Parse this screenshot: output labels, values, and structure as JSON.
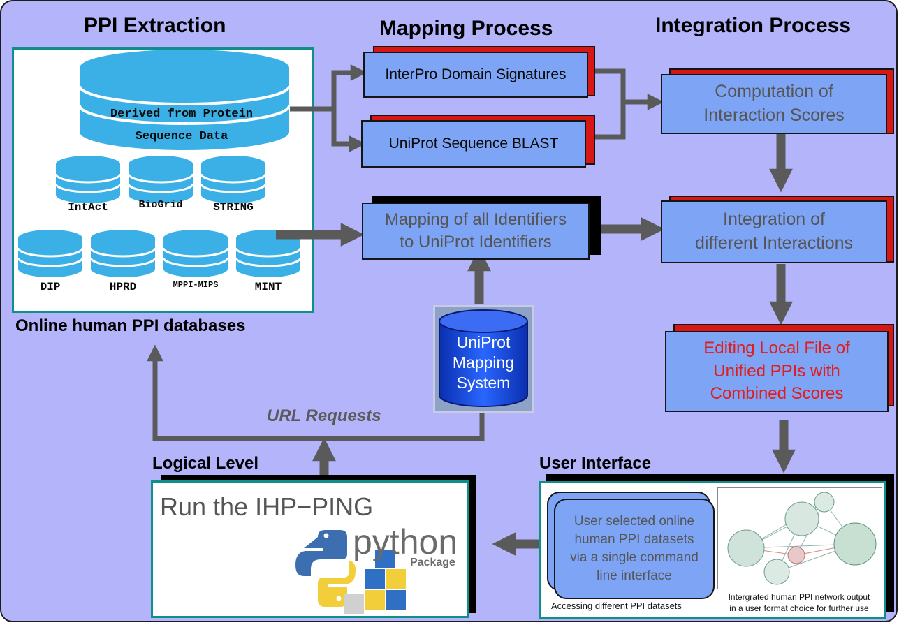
{
  "sections": {
    "ppi_extraction": "PPI Extraction",
    "mapping_process": "Mapping Process",
    "integration_process": "Integration Process",
    "online_databases": "Online human PPI databases",
    "logical_level": "Logical Level",
    "user_interface": "User Interface"
  },
  "databases": {
    "derived_line1": "Derived from Protein",
    "derived_line2": "Sequence Data",
    "intact": "IntAct",
    "biogrid": "BioGrid",
    "string": "STRING",
    "dip": "DIP",
    "hprd": "HPRD",
    "mppi": "MPPI-MIPS",
    "mint": "MINT"
  },
  "mapping": {
    "interpro": "InterPro Domain Signatures",
    "uniprot_blast": "UniProt Sequence BLAST",
    "mapping_line1": "Mapping of all Identifiers",
    "mapping_line2": "to UniProt Identifiers",
    "ums_line1": "UniProt",
    "ums_line2": "Mapping",
    "ums_line3": "System"
  },
  "integration": {
    "scores_line1": "Computation of",
    "scores_line2": "Interaction Scores",
    "integ_line1": "Integration of",
    "integ_line2": "different Interactions",
    "edit_line1": "Editing Local File of",
    "edit_line2": "Unified PPIs with",
    "edit_line3": "Combined Scores"
  },
  "arrows": {
    "url_requests": "URL Requests"
  },
  "logical": {
    "run": "Run the IHP−PING",
    "python": "python",
    "package": "Package"
  },
  "ui": {
    "bubble_line1": "User selected online",
    "bubble_line2": "human PPI datasets",
    "bubble_line3": "via a single command",
    "bubble_line4": "line interface",
    "accessing": "Accessing different PPI datasets",
    "network_line1": "Intergrated human PPI network output",
    "network_line2": "in a user format choice for further use"
  },
  "colors": {
    "background": "#b4b4fb",
    "box_fill": "#7ea4f6",
    "shadow_red": "#d71616",
    "cylinder": "#3bb0e6",
    "arrow": "#5a5a5a",
    "panel_border": "#0e8f8a",
    "highlight_text": "#e31b1b"
  }
}
